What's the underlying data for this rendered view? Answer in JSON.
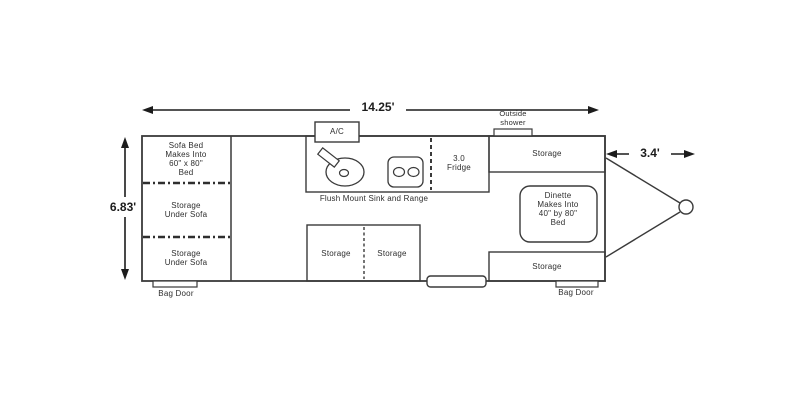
{
  "diagram": {
    "dims": {
      "length": "14.25'",
      "width": "6.83'",
      "tongue": "3.4'"
    },
    "labels": {
      "ac": "A/C",
      "outside_shower": "Outside\nshower",
      "sofa_bed": "Sofa Bed\nMakes Into\n60\" x 80\"\nBed",
      "storage_under_sofa_top": "Storage\nUnder Sofa",
      "storage_under_sofa_bottom": "Storage\nUnder Sofa",
      "flush_mount": "Flush Mount Sink and Range",
      "fridge": "3.0\nFridge",
      "storage_front_top": "Storage",
      "dinette": "Dinette\nMakes Into\n40\" by 80\"\nBed",
      "storage_center_left": "Storage",
      "storage_center_right": "Storage",
      "storage_front_bottom": "Storage",
      "bag_door_rear": "Bag Door",
      "bag_door_front": "Bag Door"
    },
    "icons": {
      "sink": "sink-icon (oval basin with faucet)",
      "range": "range-icon (two burners)",
      "ac": "ac-unit-box",
      "step": "entry-step",
      "hitch": "tongue-hitch-with-coupler"
    },
    "colors": {
      "line": "#3a3a3a",
      "dimension": "#1c1c1c",
      "text": "#2e2e2e",
      "background": "#ffffff"
    }
  }
}
